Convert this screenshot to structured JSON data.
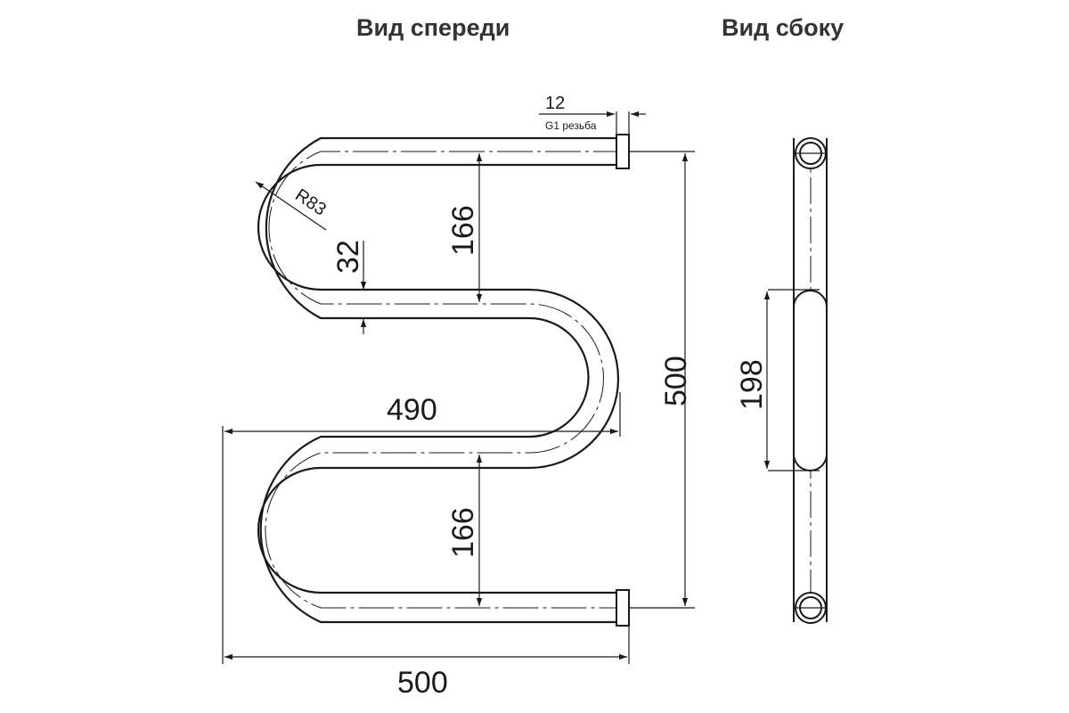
{
  "titles": {
    "front_view": "Вид спереди",
    "side_view": "Вид сбоку"
  },
  "dimensions": {
    "thread_width": "12",
    "thread_label": "G1 резьба",
    "bend_radius": "R83",
    "pipe_diameter": "32",
    "loop_spacing_top": "166",
    "loop_spacing_bottom": "166",
    "inner_width": "490",
    "overall_width": "500",
    "overall_height": "500",
    "side_depth": "198"
  },
  "colors": {
    "line": "#1a1a1a",
    "title": "#333333",
    "background": "#ffffff"
  }
}
